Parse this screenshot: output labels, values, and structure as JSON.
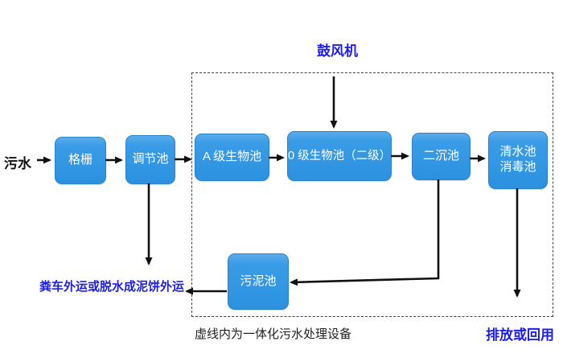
{
  "diagram": {
    "title_hint": "integrated-sewage-treatment-flowchart",
    "source_label": "污水",
    "blower_label": "鼓风机",
    "sludge_out_label": "粪车外运或脱水成泥饼外运",
    "dashed_box_caption": "虚线内为一体化污水处理设备",
    "discharge_label": "排放或回用",
    "nodes": {
      "grating": {
        "label": "格栅"
      },
      "regulating": {
        "label": "调节池"
      },
      "a_bio": {
        "label": "A 级生物池"
      },
      "o_bio": {
        "label": "0 级生物池（二级）"
      },
      "secondary_sed": {
        "label": "二沉池"
      },
      "clear_water": {
        "line1": "清水池",
        "line2": "消毒池"
      },
      "sludge": {
        "label": "污泥池"
      }
    },
    "colors": {
      "node_fill": "#2E96E2",
      "node_border": "#2A82C8",
      "node_text": "#FFFFFF",
      "accent_text": "#1E1EE6",
      "arrow": "#111111",
      "dashed_border": "#444444"
    }
  }
}
